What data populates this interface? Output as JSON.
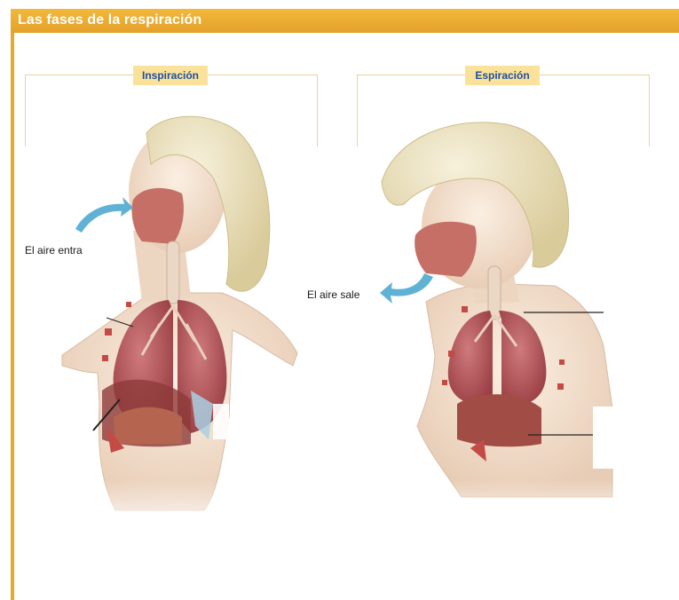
{
  "header": {
    "title": "Las fases de la respiración"
  },
  "panels": [
    {
      "label": "Inspiración",
      "caption": "El aire entra"
    },
    {
      "label": "Espiración",
      "caption": "El aire sale"
    }
  ],
  "colors": {
    "title_bar": "#e9a92e",
    "label_bg": "#fbe29a",
    "label_text": "#1f4f9a",
    "arrow": "#5fb2d3",
    "lung": "#b7555a",
    "skin": "#f0dcc8",
    "hair": "#eadfb6"
  }
}
